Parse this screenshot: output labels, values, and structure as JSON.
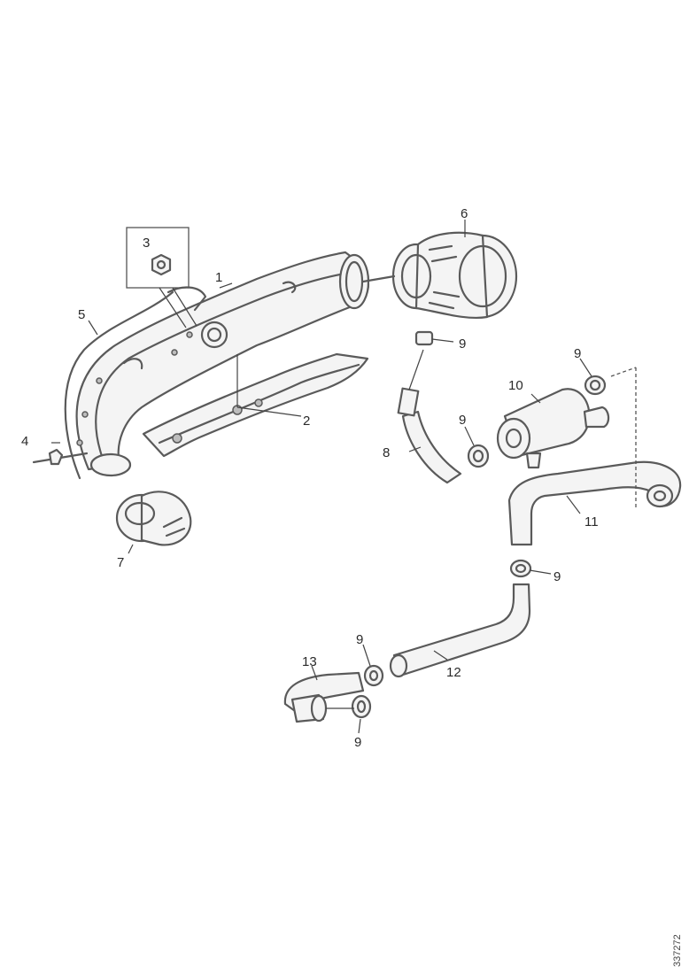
{
  "callouts": {
    "c1": "1",
    "c2": "2",
    "c3": "3",
    "c4": "4",
    "c5": "5",
    "c6": "6",
    "c7": "7",
    "c8": "8",
    "c9a": "9",
    "c9b": "9",
    "c9c": "9",
    "c9d": "9",
    "c9e": "9",
    "c9f": "9",
    "c10": "10",
    "c11": "11",
    "c12": "12",
    "c13": "13"
  },
  "drawing_reference": "337272"
}
